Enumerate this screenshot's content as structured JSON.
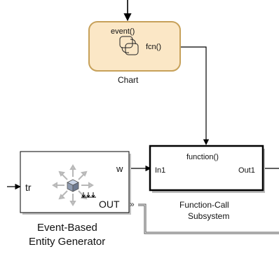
{
  "chart_block": {
    "event_label": "event()",
    "fcn_label": "fcn()",
    "name": "Chart",
    "fill_color": "#fbe7c6",
    "border_color": "#c7a15a"
  },
  "function_call_subsystem": {
    "trigger_label": "function()",
    "in_port": "In1",
    "out_port": "Out1",
    "name_line1": "Function-Call",
    "name_line2": "Subsystem"
  },
  "entity_generator": {
    "in_port": "tr",
    "w_port": "w",
    "out_port": "OUT",
    "name_line1": "Event-Based",
    "name_line2": "Entity Generator",
    "icon": "entity-generator-cube-icon"
  },
  "signal_lines": [
    {
      "name": "input-to-chart"
    },
    {
      "name": "chart-fcn-to-subsystem-trigger"
    },
    {
      "name": "input-to-generator-tr"
    },
    {
      "name": "generator-w-to-subsystem-in1"
    },
    {
      "name": "subsystem-out1-output"
    },
    {
      "name": "generator-out-entity-line"
    }
  ]
}
